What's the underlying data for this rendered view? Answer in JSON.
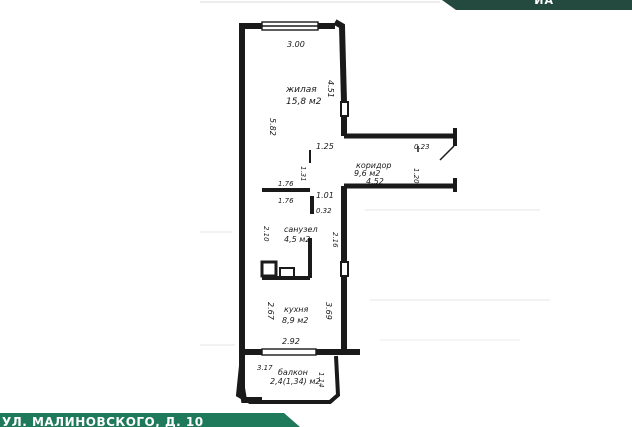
{
  "corner_tag": {
    "text": "ИА"
  },
  "bottom_banner": {
    "text": "УЛ. МАЛИНОВСКОГО, Д. 10"
  },
  "plan": {
    "rooms": [
      {
        "id": "living",
        "name": "жилая",
        "area": "15,8 м2"
      },
      {
        "id": "corridor",
        "name": "коридор",
        "area": "9,6 м2"
      },
      {
        "id": "bathroom",
        "name": "санузел",
        "area": "4,5 м2"
      },
      {
        "id": "kitchen",
        "name": "кухня",
        "area": "8,9 м2"
      },
      {
        "id": "balcony",
        "name": "балкон",
        "area": "2,4(1,34) м2"
      }
    ],
    "dimensions": {
      "d_300": "3.00",
      "d_582": "5.82",
      "d_451": "4.51",
      "d_125": "1.25",
      "d_023": "0.23",
      "d_131": "1.31",
      "d_176a": "1.76",
      "d_176b": "1.76",
      "d_101": "1.01",
      "d_452": "4.52",
      "d_120": "1.20",
      "d_032": "0.32",
      "d_210": "2.10",
      "d_216": "2.16",
      "d_267": "2.67",
      "d_369": "3.69",
      "d_292": "2.92",
      "d_317": "3.17",
      "d_114": "1.14"
    }
  }
}
